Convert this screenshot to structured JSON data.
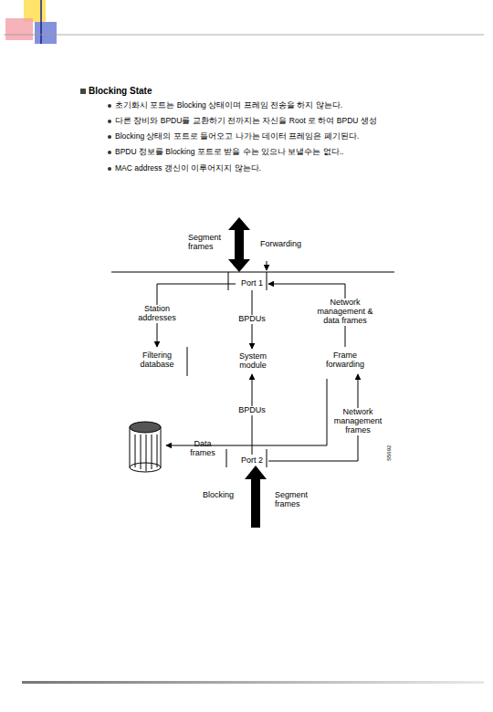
{
  "diagram": {
    "title": "Blocking State",
    "nodes": [
      {
        "text": [
          "Port 1"
        ]
      },
      {
        "text": [
          "Filtering database"
        ]
      },
      {
        "text": [
          "System module"
        ]
      },
      {
        "text": [
          "Frame forwarding"
        ]
      },
      {
        "text": [
          "Port 2"
        ]
      }
    ],
    "edges": [
      {
        "from": 0,
        "to": 1,
        "label": "Station addresses",
        "arrow": "to"
      },
      {
        "from": 0,
        "to": 2,
        "label": "BPDUs",
        "arrow": "to"
      },
      {
        "from": 3,
        "to": 0,
        "label": "Network management & data frames",
        "arrow": "to"
      },
      {
        "from": 4,
        "to": 2,
        "label": "BPDUs",
        "arrow": "to"
      },
      {
        "from": 4,
        "to": 3,
        "label": "Network management frames",
        "arrow": "to"
      }
    ],
    "labels": [
      "초기화시 포트는 Blocking 상태이며 프레임 전송을 하지 않는다.",
      "다른 장비와 BPDU를 교환하기 전까지는 자신을 Root 로 하여 BPDU 생성",
      "Blocking 상태의 포트로 들어오고 나가는 데이터 프레임은 폐기된다.",
      "BPDU 정보를 Blocking 포트로 받을 수는 있으나 보낼수는 없다..",
      "MAC address 갱신이 이루어지지 않는다.",
      "Segment frames",
      "Forwarding",
      "Data frames",
      "Blocking",
      "Segment frames",
      "S5692"
    ]
  }
}
